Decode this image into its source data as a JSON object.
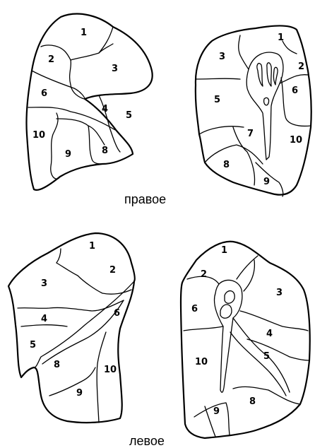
{
  "captions": {
    "right": "правое",
    "left": "левое"
  },
  "segments": {
    "right_lateral": [
      "1",
      "2",
      "3",
      "4",
      "5",
      "6",
      "8",
      "9",
      "10"
    ],
    "right_medial": [
      "1",
      "2",
      "3",
      "5",
      "6",
      "7",
      "8",
      "9",
      "10"
    ],
    "left_lateral": [
      "1",
      "2",
      "3",
      "4",
      "5",
      "6",
      "8",
      "9",
      "10"
    ],
    "left_medial": [
      "1",
      "2",
      "3",
      "4",
      "5",
      "6",
      "8",
      "9",
      "10"
    ]
  }
}
